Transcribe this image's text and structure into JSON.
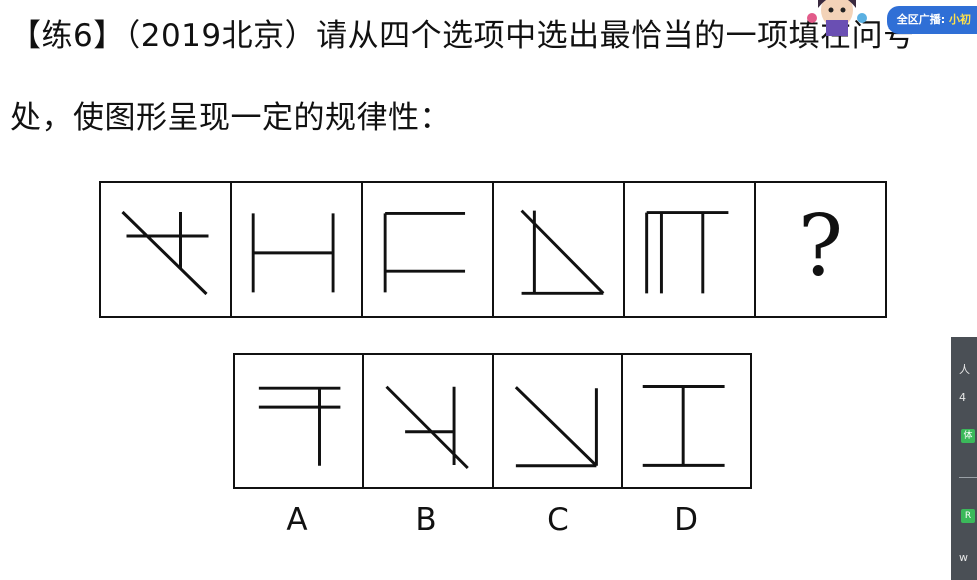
{
  "question": {
    "line1": "【练6】（2019北京）请从四个选项中选出最恰当的一项填在问号",
    "line2": "处，使图形呈现一定的规律性："
  },
  "puzzle": {
    "question_mark": "?"
  },
  "options": {
    "labels": [
      "A",
      "B",
      "C",
      "D"
    ]
  },
  "overlay": {
    "broadcast_prefix": "全区广播:",
    "broadcast_name": "小初",
    "side_panel": {
      "t1": "人",
      "t2": "4",
      "tag1": "体",
      "tag2": "R",
      "t3": "w"
    }
  }
}
